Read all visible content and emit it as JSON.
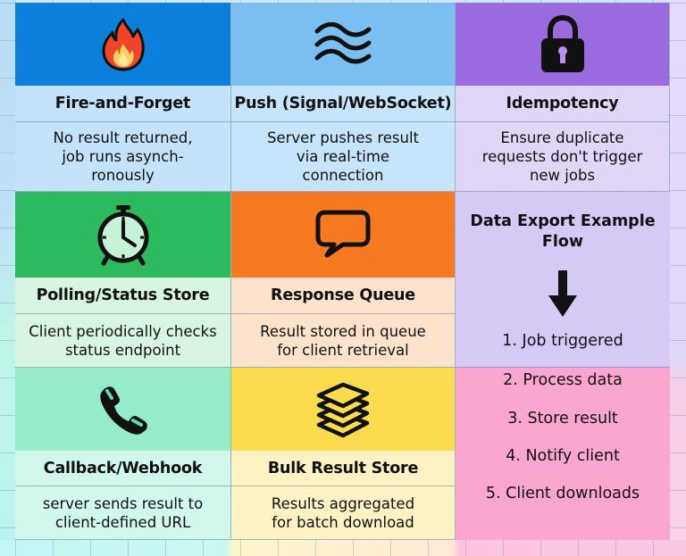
{
  "cards": {
    "fire_and_forget": {
      "icon": "fire-icon",
      "title": "Fire-and-Forget",
      "description": "No result returned,\njob runs asynch-\nronously"
    },
    "push": {
      "icon": "waves-icon",
      "title": "Push (Signal/WebSocket)",
      "description": "Server pushes result\nvia real-time\nconnection"
    },
    "idempotency": {
      "icon": "lock-icon",
      "title": "Idempotency",
      "description": "Ensure duplicate\nrequests don't trigger\nnew jobs"
    },
    "polling": {
      "icon": "alarm-clock-icon",
      "title": "Polling/Status Store",
      "description": "Client periodically checks\nstatus endpoint"
    },
    "response_queue": {
      "icon": "speech-bubble-icon",
      "title": "Response Queue",
      "description": "Result stored in queue\nfor client retrieval"
    },
    "callback": {
      "icon": "phone-icon",
      "title": "Callback/Webhook",
      "description": "server sends result to\nclient-defined URL"
    },
    "bulk_store": {
      "icon": "layers-icon",
      "title": "Bulk Result Store",
      "description": "Results aggregated\nfor batch download"
    }
  },
  "flow": {
    "title": "Data Export Example\nFlow",
    "arrow_icon": "arrow-down-icon",
    "steps": [
      "1. Job triggered",
      "2. Process data",
      "3. Store result",
      "4. Notify client",
      "5. Client downloads"
    ]
  },
  "colors": {
    "fire_header": "#0b7fd9",
    "push_header": "#79bff2",
    "idempotency_header": "#9a6bde",
    "polling_header": "#2db95d",
    "queue_header": "#f77a22",
    "callback_header": "#96ecc8",
    "bulk_header": "#fbdc4e",
    "flow_top": "#d7c9f5",
    "flow_bottom": "#fba6d0"
  }
}
